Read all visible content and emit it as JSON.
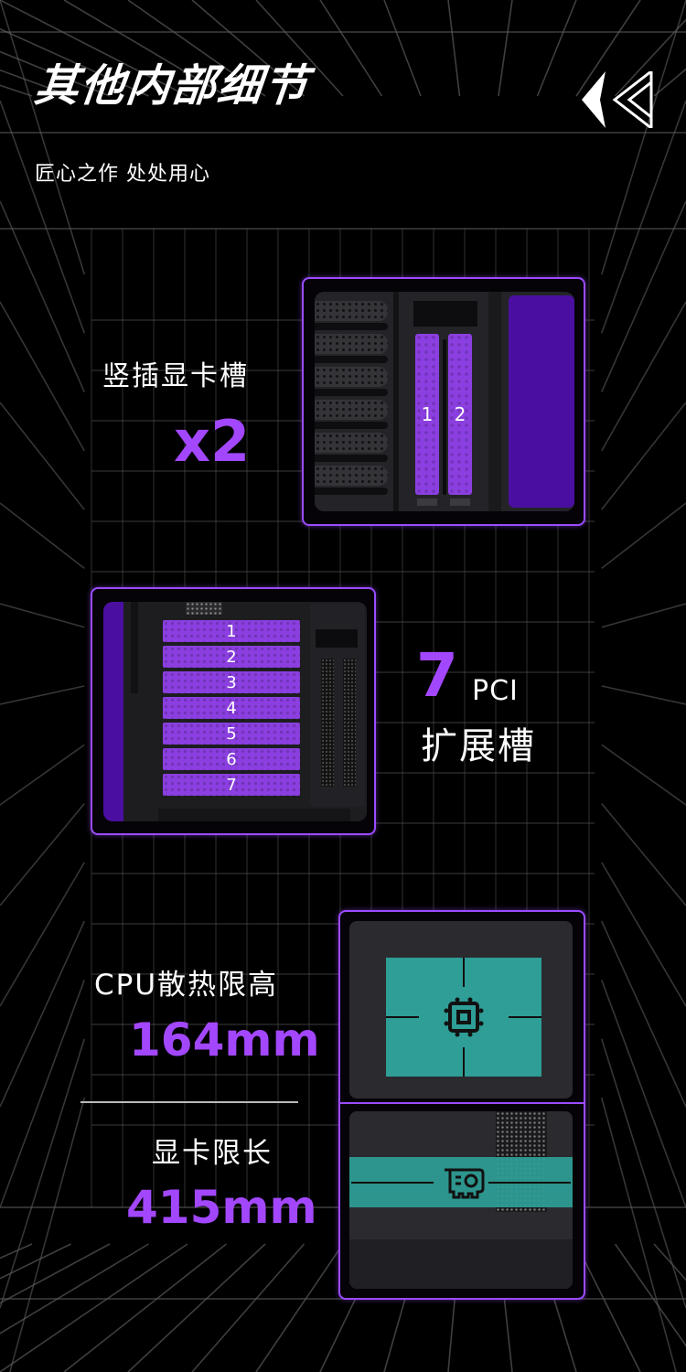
{
  "header": {
    "title": "其他内部细节",
    "subtitle": "匠心之作 处处用心",
    "icon": "double-chevron-left-icon"
  },
  "colors": {
    "background": "#000000",
    "accent_purple": "#a347ff",
    "slot_purple": "#8b3fe0",
    "frame_purple": "#9a4cff",
    "teal_highlight": "#2e9e96",
    "grid_line": "#5a5a5a"
  },
  "features": [
    {
      "id": "vertical-gpu",
      "label": "竖插显卡槽",
      "value": "x2",
      "slot_numbers": [
        "1",
        "2"
      ]
    },
    {
      "id": "pci-slots",
      "value": "7",
      "unit": "PCI",
      "label": "扩展槽",
      "slot_numbers": [
        "1",
        "2",
        "3",
        "4",
        "5",
        "6",
        "7"
      ]
    },
    {
      "id": "cpu-cooler",
      "label": "CPU散热限高",
      "value": "164mm",
      "icon": "cpu-chip-icon"
    },
    {
      "id": "gpu-length",
      "label": "显卡限长",
      "value": "415mm",
      "icon": "graphics-card-icon"
    }
  ]
}
